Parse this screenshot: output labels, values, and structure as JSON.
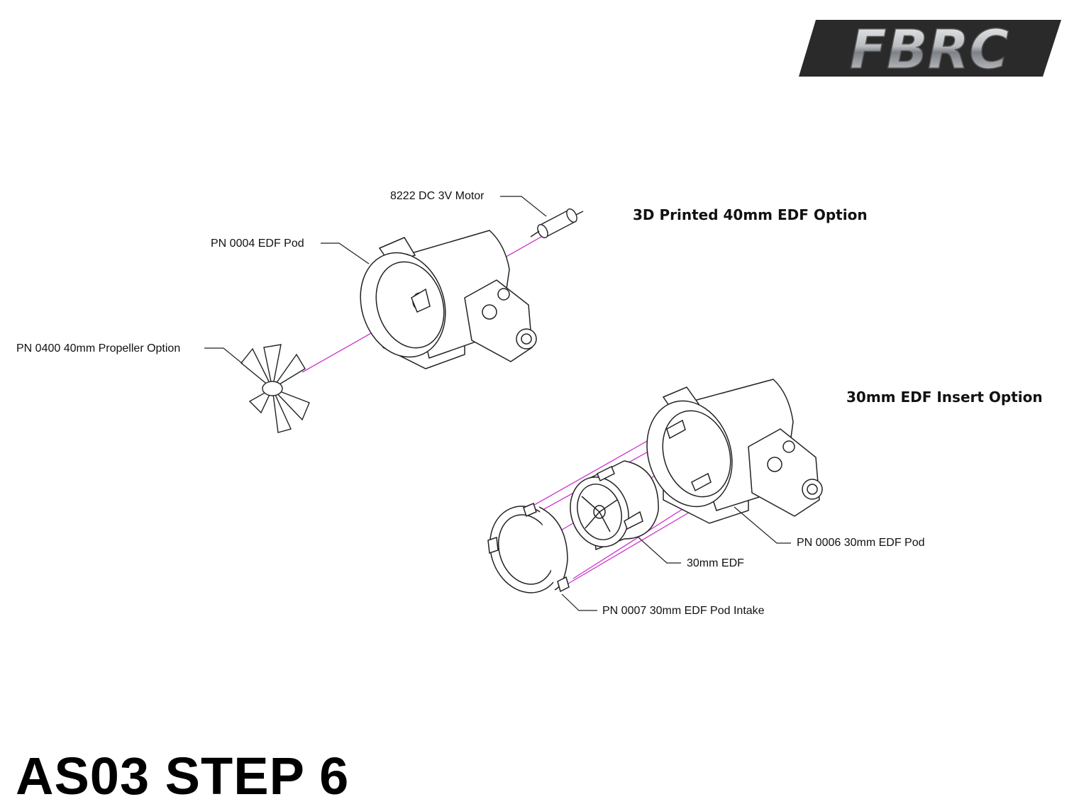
{
  "brand": {
    "logo_text": "FBRC",
    "silver": "#b9bcc0",
    "dark": "#2a2a2a"
  },
  "title": "AS03 STEP 6",
  "options": {
    "printed": "3D Printed 40mm EDF Option",
    "insert": "30mm EDF Insert Option"
  },
  "callouts": {
    "motor": "8222 DC 3V Motor",
    "pod_0004": "PN 0004 EDF Pod",
    "propeller": "PN 0400 40mm Propeller Option",
    "pod_0006": "PN 0006 30mm EDF Pod",
    "edf_30": "30mm EDF",
    "intake_0007": "PN 0007 30mm EDF Pod Intake"
  },
  "colors": {
    "line": "#222222",
    "guide": "#cc33cc",
    "fill": "#ffffff"
  }
}
